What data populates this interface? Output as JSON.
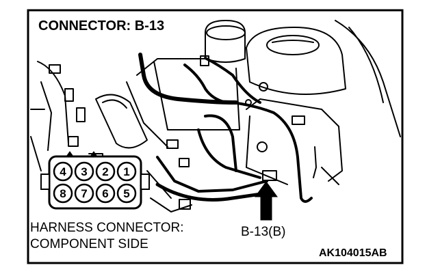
{
  "title": "CONNECTOR: B-13",
  "harness_label_line1": "HARNESS CONNECTOR:",
  "harness_label_line2": "COMPONENT SIDE",
  "callout_label": "B-13(B)",
  "figure_code": "AK104015AB",
  "connector_pins": {
    "top_row": [
      "4",
      "3",
      "2",
      "1"
    ],
    "bottom_row": [
      "8",
      "7",
      "6",
      "5"
    ]
  },
  "colors": {
    "ink": "#000000",
    "paper": "#ffffff"
  }
}
